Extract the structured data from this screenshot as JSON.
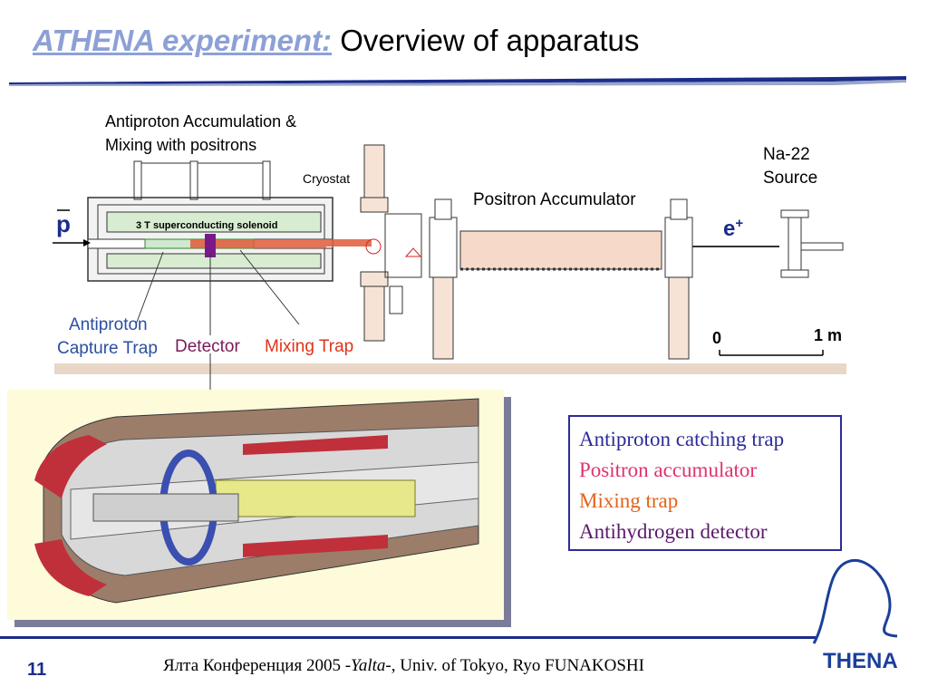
{
  "title": {
    "part1": "ATHENA experiment:",
    "part2": " Overview of apparatus"
  },
  "diagram": {
    "accumulation_label_line1": "Antiproton Accumulation &",
    "accumulation_label_line2": "Mixing with positrons",
    "cryostat": "Cryostat",
    "solenoid": "3 T superconducting solenoid",
    "positron_accumulator": "Positron Accumulator",
    "na22_line1": "Na-22",
    "na22_line2": "Source",
    "pbar_symbol": "p",
    "eplus_symbol": "e",
    "eplus_sup": "+",
    "capture_line1": "Antiproton",
    "capture_line2": "Capture Trap",
    "detector": "Detector",
    "mixing_trap": "Mixing Trap",
    "scale_zero": "0",
    "scale_one": "1 m"
  },
  "legend": {
    "items": [
      {
        "text": "Antiproton catching trap",
        "color": "#2b2b9a"
      },
      {
        "text": "Positron accumulator",
        "color": "#e0336e"
      },
      {
        "text": "Mixing trap",
        "color": "#e2631a"
      },
      {
        "text": "Antihydrogen detector",
        "color": "#5a1a6b"
      }
    ]
  },
  "footer": {
    "page": "11",
    "text_pre": "Ялта Конференция 2005 -",
    "text_italic": "Yalta-",
    "text_post": ", Univ. of Tokyo,  Ryo FUNAKOSHI",
    "logo": "THENA"
  },
  "colors": {
    "title_accent": "#8da0d6",
    "rule": "#1b2c8a",
    "capture": "#2b4fa0",
    "detector": "#7a1a5a",
    "mixing": "#e0331a"
  }
}
